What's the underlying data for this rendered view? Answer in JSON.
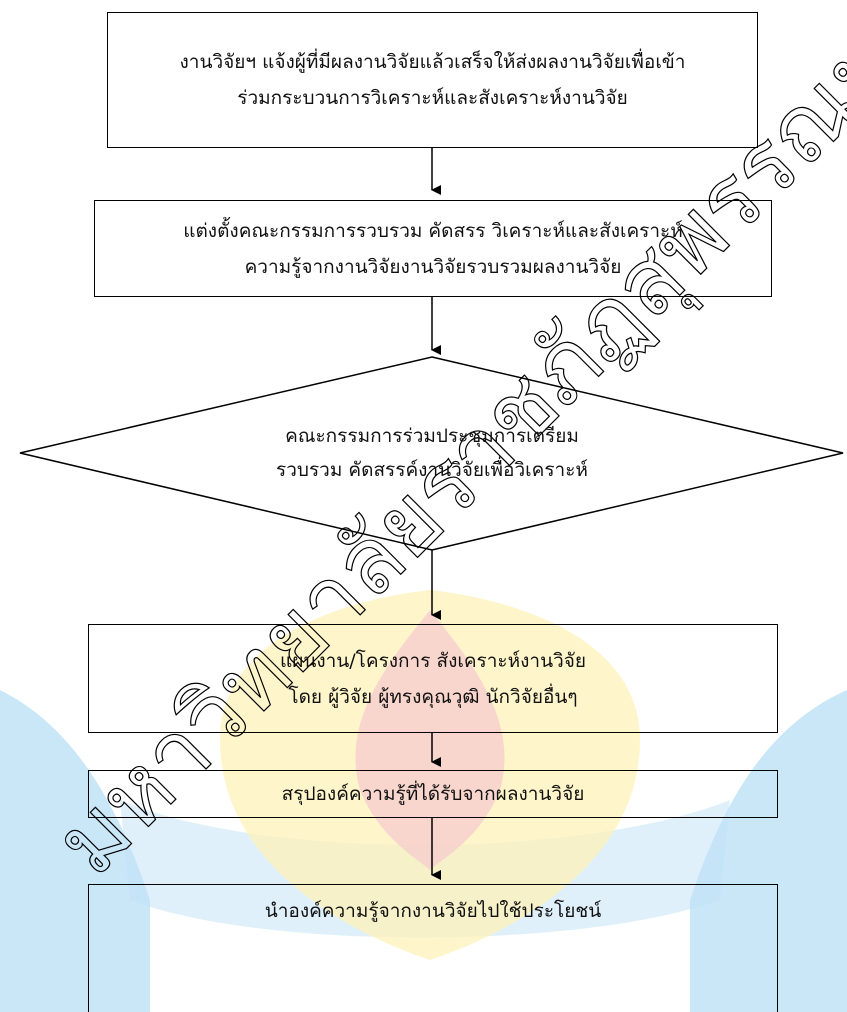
{
  "colors": {
    "stroke": "#000000",
    "text": "#111111",
    "watermark_blue": "#4fb0e6",
    "watermark_yellow": "#fbe89a",
    "watermark_red": "#f2b8c0"
  },
  "flowchart": {
    "step1": {
      "line1": "งานวิจัยฯ แจ้งผู้ที่มีผลงานวิจัยแล้วเสร็จให้ส่งผลงานวิจัยเพื่อเข้า",
      "line2": "ร่วมกระบวนการวิเคราะห์และสังเคราะห์งานวิจัย"
    },
    "step2": {
      "line1": "แต่งตั้งคณะกรรมการรวบรวม คัดสรร วิเคราะห์และสังเคราะห์",
      "line2": "ความรู้จากงานวิจัยงานวิจัยรวบรวมผลงานวิจัย"
    },
    "decision": {
      "line1": "คณะกรรมการร่วมประชุมการเตรียม",
      "line2": "รวบรวม คัดสรรค์งานวิจัยเพื่อวิเคราะห์"
    },
    "step3": {
      "line1": "แผนงาน/โครงการ สังเคราะห์งานวิจัย",
      "line2": "โดย ผู้วิจัย ผู้ทรงคุณวุฒิ นักวิจัยอื่นๆ"
    },
    "step4": {
      "line1": "สรุปองค์ความรู้ที่ได้รับจากผลงานวิจัย"
    },
    "step5": {
      "line1": "นำองค์ความรู้จากงานวิจัยไปใช้ประโยชน์"
    }
  },
  "watermark": {
    "text": "มหาวิทยาลัยราชภัฏสุพรรณบุรี"
  }
}
